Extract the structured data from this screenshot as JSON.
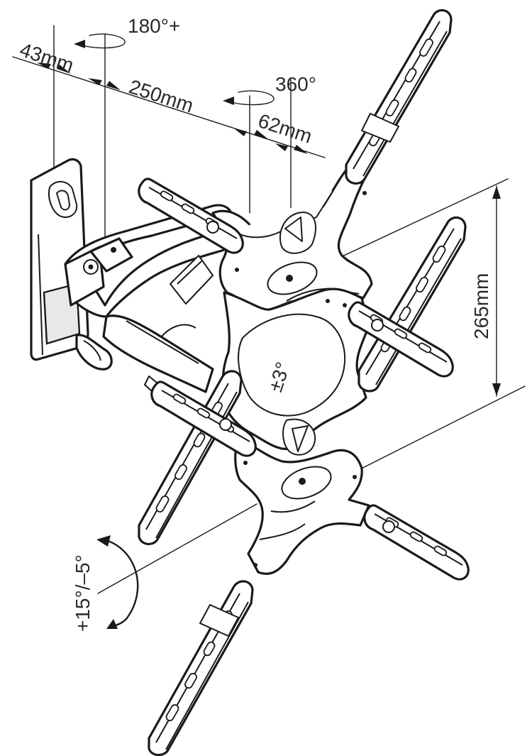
{
  "labels": {
    "swivel_arm": "180°+",
    "offset_wall": "43mm",
    "arm_length": "250mm",
    "swivel_plate": "360°",
    "offset_plate": "62mm",
    "height": "265mm",
    "level_adjust": "±3°",
    "tilt": "+15°/–5°"
  },
  "colors": {
    "line": "#1a1a1a",
    "text": "#2a2a2a",
    "background": "#ffffff"
  }
}
